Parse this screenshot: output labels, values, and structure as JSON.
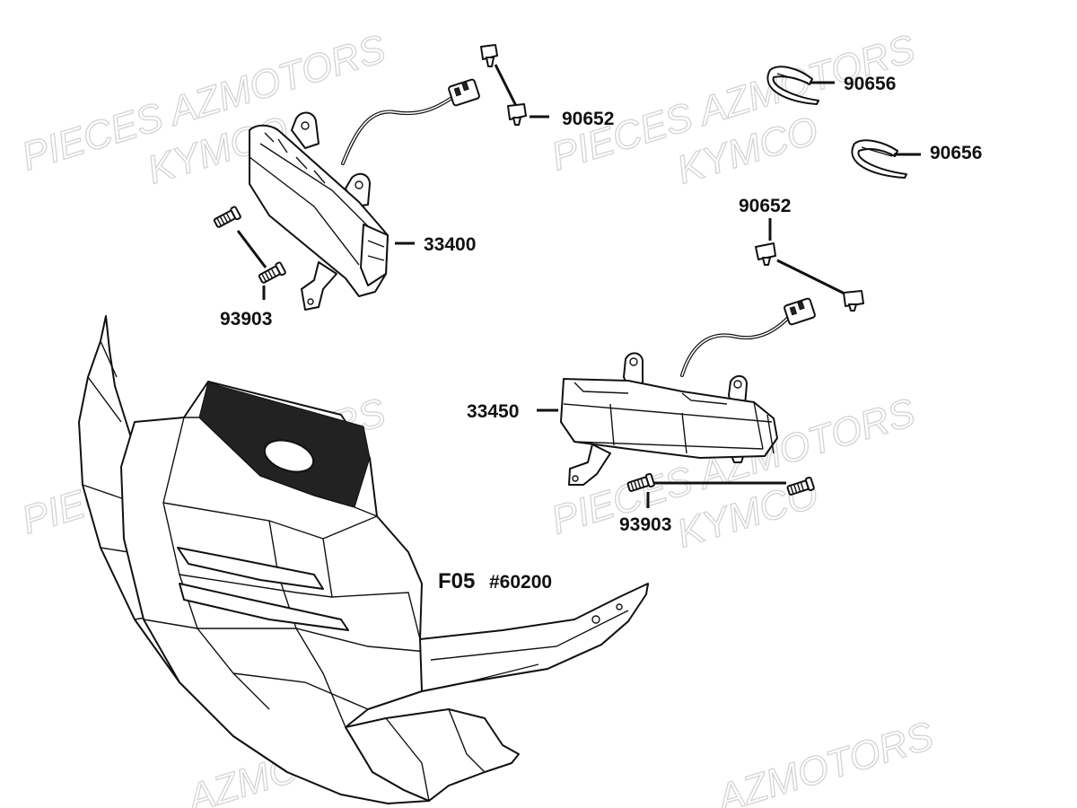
{
  "watermarks": {
    "a": "PIECES AZMOTORS",
    "b": "KYMCO",
    "c": "AZMOTORS"
  },
  "callouts": {
    "p90652_top": "90652",
    "p33400": "33400",
    "p93903_left": "93903",
    "p90656_a": "90656",
    "p90656_b": "90656",
    "p90652_right": "90652",
    "p33450": "33450",
    "p93903_right": "93903",
    "f05_code": "F05",
    "f05_ref": "#60200"
  }
}
